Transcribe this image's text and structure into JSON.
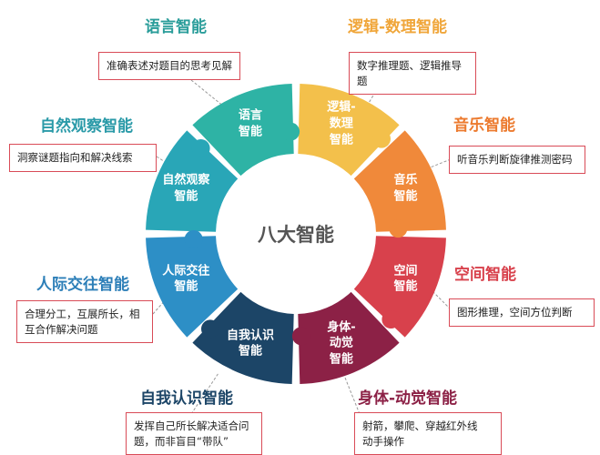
{
  "center_label": "八大智能",
  "segments": [
    {
      "id": "language",
      "wheel_label": [
        "语言",
        "智能"
      ],
      "title": "语言智能",
      "desc": [
        "准确表述对题目的思考见解"
      ],
      "color": "#2eb3a5",
      "title_color": "#2a9d9a"
    },
    {
      "id": "logic",
      "wheel_label": [
        "逻辑-",
        "数理",
        "智能"
      ],
      "title": "逻辑-数理智能",
      "desc": [
        "数字推理题、逻辑推导题"
      ],
      "color": "#f3c04b",
      "title_color": "#f0a63a"
    },
    {
      "id": "music",
      "wheel_label": [
        "音乐",
        "智能"
      ],
      "title": "音乐智能",
      "desc": [
        "听音乐判断旋律推测密码"
      ],
      "color": "#f0893a",
      "title_color": "#ec7a2e"
    },
    {
      "id": "space",
      "wheel_label": [
        "空间",
        "智能"
      ],
      "title": "空间智能",
      "desc": [
        "图形推理，空间方位判断"
      ],
      "color": "#d8414c",
      "title_color": "#d8414c"
    },
    {
      "id": "body",
      "wheel_label": [
        "身体-",
        "动觉",
        "智能"
      ],
      "title": "身体-动觉智能",
      "desc": [
        "射箭，攀爬、穿越红外线",
        "动手操作"
      ],
      "color": "#8c2146",
      "title_color": "#8c2146"
    },
    {
      "id": "self",
      "wheel_label": [
        "自我认识",
        "智能"
      ],
      "title": "自我认识智能",
      "desc": [
        "发挥自己所长解决适合问",
        "题，而非盲目“带队”"
      ],
      "color": "#1c4567",
      "title_color": "#1c4567"
    },
    {
      "id": "interpersonal",
      "wheel_label": [
        "人际交往",
        "智能"
      ],
      "title": "人际交往智能",
      "desc": [
        "合理分工，互展所长，相",
        "互合作解决问题"
      ],
      "color": "#2d8fc6",
      "title_color": "#2d7fb8"
    },
    {
      "id": "nature",
      "wheel_label": [
        "自然观察",
        "智能"
      ],
      "title": "自然观察智能",
      "desc": [
        "洞察谜题指向和解决线索"
      ],
      "color": "#29a6b7",
      "title_color": "#2a9aa8"
    }
  ]
}
